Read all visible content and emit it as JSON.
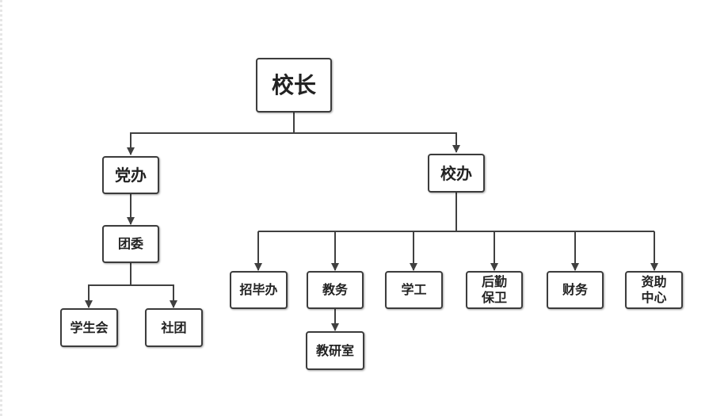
{
  "org_chart": {
    "root": "校长",
    "party_office": {
      "title": "党办",
      "youth_league": {
        "title": "团委",
        "children": [
          "学生会",
          "社团"
        ]
      }
    },
    "principal_office": {
      "title": "校办",
      "departments": [
        "招毕办",
        "教务",
        "学工",
        "后勤\n保卫",
        "财务",
        "资助\n中心"
      ],
      "academic_affairs_child": "教研室"
    }
  },
  "colors": {
    "line": "#404040",
    "box_border": "#3c3c3c",
    "text": "#222222",
    "background": "#ffffff"
  }
}
